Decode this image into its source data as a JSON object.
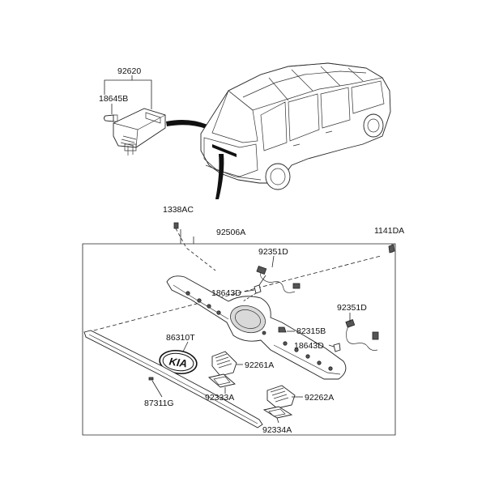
{
  "labels": {
    "lamp_assembly": "92620",
    "bulb": "18645B",
    "screw_top": "1338AC",
    "garnish_assembly": "92506A",
    "clip_right": "1141DA",
    "socket_wire_upper": "92351D",
    "bulb_upper": "18643D",
    "socket_wire_lower": "92351D",
    "grommet": "82315B",
    "bulb_lower": "18643D",
    "emblem": "86310T",
    "plate_lamp_left": "92261A",
    "lens_left": "92333A",
    "plate_lamp_right": "92262A",
    "lens_right": "92334A",
    "garnish_strip": "87311G",
    "emblem_text": "KIA"
  }
}
